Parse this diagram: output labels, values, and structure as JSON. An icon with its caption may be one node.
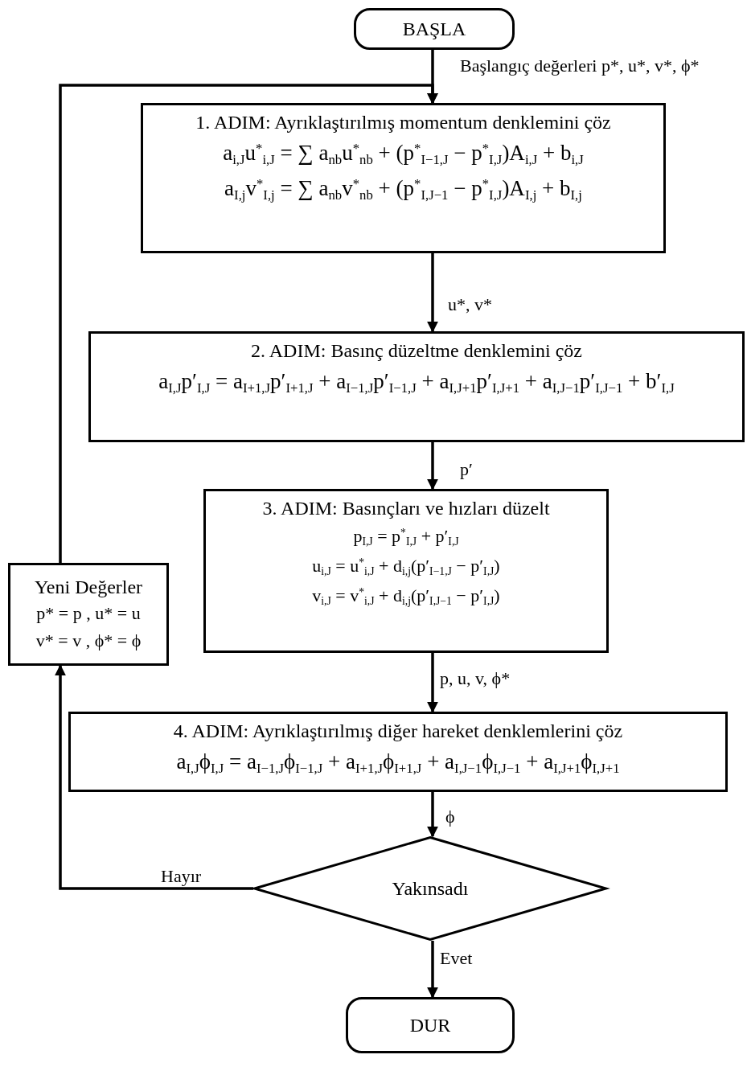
{
  "diagram": {
    "nodes": [
      {
        "text": [
          "BAŞLA"
        ]
      },
      {
        "text": [
          "1. ADIM: Ayrıklaştırılmış momentum denklemini çöz",
          "a$_{i,J}$u$^{*}$$_{i,J}$ = ∑ a$_{nb}$u$^{*}$$_{nb}$ + (p$^{*}$$_{I−1,J}$ − p$^{*}$$_{I,J}$)A$_{i,J}$ + b$_{i,J}$",
          "a$_{I,j}$v$^{*}$$_{I,j}$ = ∑ a$_{nb}$v$^{*}$$_{nb}$ + (p$^{*}$$_{I,J−1}$ − p$^{*}$$_{I,J}$)A$_{I,j}$ + b$_{I,j}$"
        ]
      },
      {
        "text": [
          "2. ADIM: Basınç düzeltme denklemini çöz",
          "a$_{I,J}$p′$_{I,J}$ = a$_{I+1,J}$p′$_{I+1,J}$ + a$_{I−1,J}$p′$_{I−1,J}$ + a$_{I,J+1}$p′$_{I,J+1}$ + a$_{I,J−1}$p′$_{I,J−1}$ + b′$_{I,J}$"
        ]
      },
      {
        "text": [
          "3. ADIM: Basınçları ve hızları düzelt",
          "p$_{I,J}$ = p$^{*}$$_{I,J}$ + p′$_{I,J}$",
          "u$_{i,J}$ = u$^{*}$$_{i,J}$ + d$_{i,j}$(p′$_{I−1,J}$ − p′$_{I,J}$)",
          "v$_{i,J}$ = v$^{*}$$_{i,J}$ + d$_{i,j}$(p′$_{I,J−1}$ − p′$_{I,J}$)"
        ]
      },
      {
        "text": [
          "Yeni Değerler",
          "p* = p , u* = u",
          "v* = v , ϕ* = ϕ"
        ]
      },
      {
        "text": [
          "4. ADIM: Ayrıklaştırılmış diğer hareket denklemlerini çöz",
          "a$_{I,J}$ϕ$_{I,J}$ = a$_{I−1,J}$ϕ$_{I−1,J}$ + a$_{I+1,J}$ϕ$_{I+1,J}$ + a$_{I,J−1}$ϕ$_{I,J−1}$ + a$_{I,J+1}$ϕ$_{I,J+1}$"
        ]
      },
      {
        "text": [
          "Yakınsadı"
        ]
      },
      {
        "text": [
          "DUR"
        ]
      }
    ],
    "edges": [
      {
        "from": 0,
        "to": 1,
        "arrow": "to",
        "label": "Başlangıç değerleri p*, u*, v*, ϕ*"
      },
      {
        "from": 1,
        "to": 2,
        "arrow": "to",
        "label": "u*, v*"
      },
      {
        "from": 2,
        "to": 3,
        "arrow": "to",
        "label": "p′"
      },
      {
        "from": 3,
        "to": 5,
        "arrow": "to",
        "label": "p, u, v, ϕ*"
      },
      {
        "from": 5,
        "to": 6,
        "arrow": "to",
        "label": "ϕ"
      },
      {
        "from": 6,
        "to": 4,
        "arrow": "to",
        "label": "Hayır"
      },
      {
        "from": 4,
        "to": 1,
        "arrow": "to"
      },
      {
        "from": 6,
        "to": 7,
        "arrow": "to",
        "label": "Evet"
      }
    ]
  }
}
